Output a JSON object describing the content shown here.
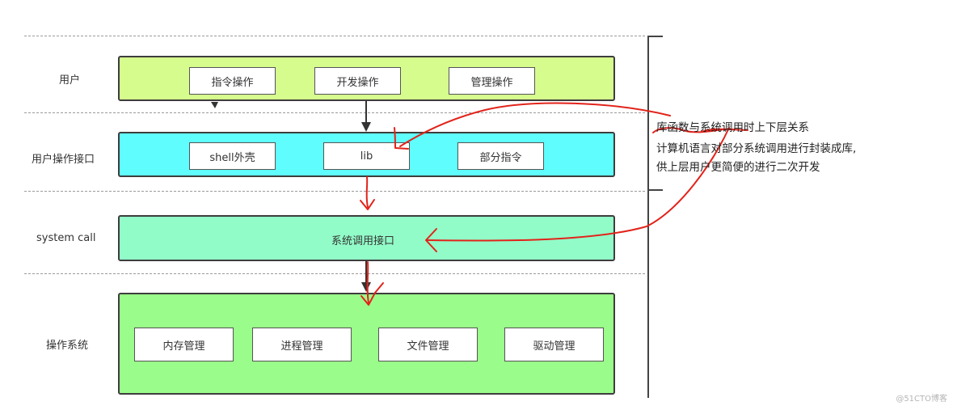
{
  "rows": [
    {
      "label": "用户",
      "boxes": [
        "指令操作",
        "开发操作",
        "管理操作"
      ]
    },
    {
      "label": "用户操作接口",
      "boxes": [
        "shell外壳",
        "lib",
        "部分指令"
      ]
    },
    {
      "label": "system call",
      "center": "系统调用接口"
    },
    {
      "label": "操作系统",
      "boxes": [
        "内存管理",
        "进程管理",
        "文件管理",
        "驱动管理"
      ]
    }
  ],
  "annotation": {
    "lines": [
      "库函数与系统调用时上下层关系",
      "计算机语言对部分系统调用进行封装成库,",
      "供上层用户更简便的进行二次开发"
    ]
  },
  "colors": {
    "user": "#d6fc8e",
    "interface": "#5ffdfd",
    "syscall": "#92fcc8",
    "os": "#9afc8a",
    "pen": "#e2231a"
  },
  "watermark": "@51CTO博客"
}
